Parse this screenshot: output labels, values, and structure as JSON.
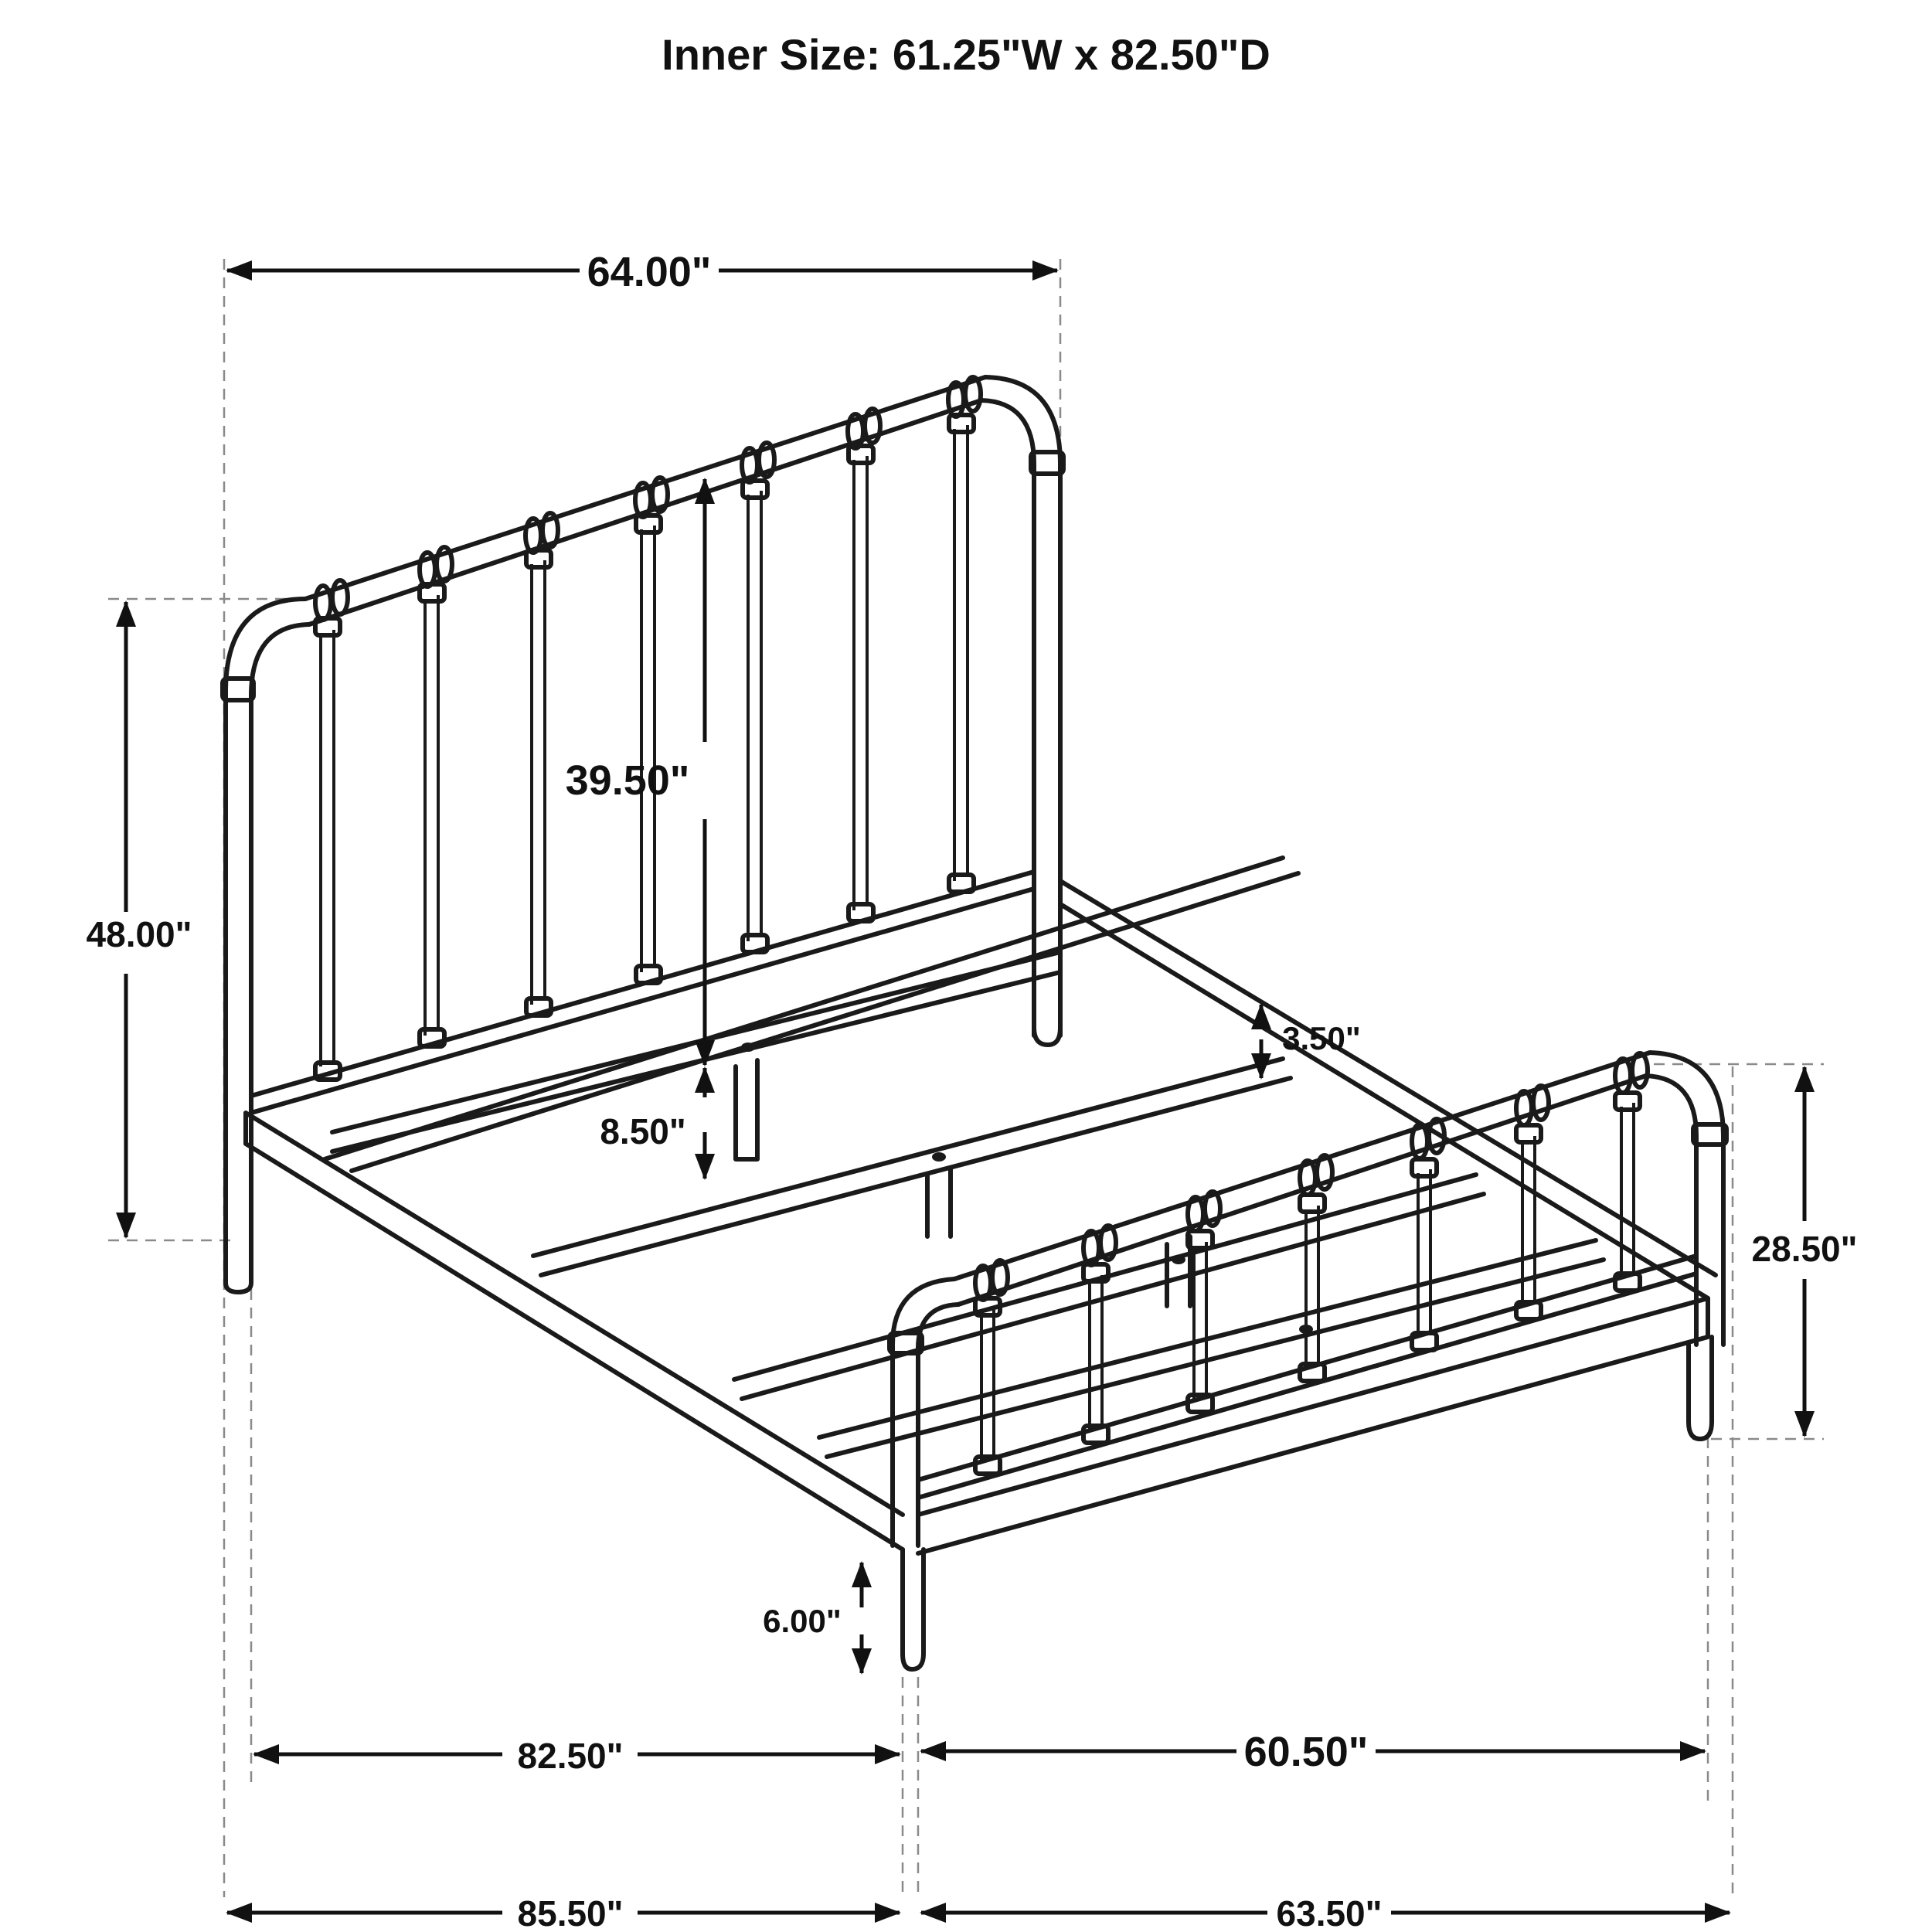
{
  "title": "Inner Size: 61.25\"W x 82.50\"D",
  "dimensions": {
    "headboard_width": "64.00\"",
    "headboard_height": "48.00\"",
    "headboard_panel_height": "39.50\"",
    "rail_clearance": "8.50\"",
    "rail_height": "3.50\"",
    "footboard_height": "28.50\"",
    "leg_clearance": "6.00\"",
    "inner_length": "82.50\"",
    "inner_width": "60.50\"",
    "overall_length": "85.50\"",
    "overall_width": "63.50\""
  },
  "colors": {
    "line": "#1a1a1a",
    "guide": "#8a8a8a",
    "background": "#ffffff"
  }
}
